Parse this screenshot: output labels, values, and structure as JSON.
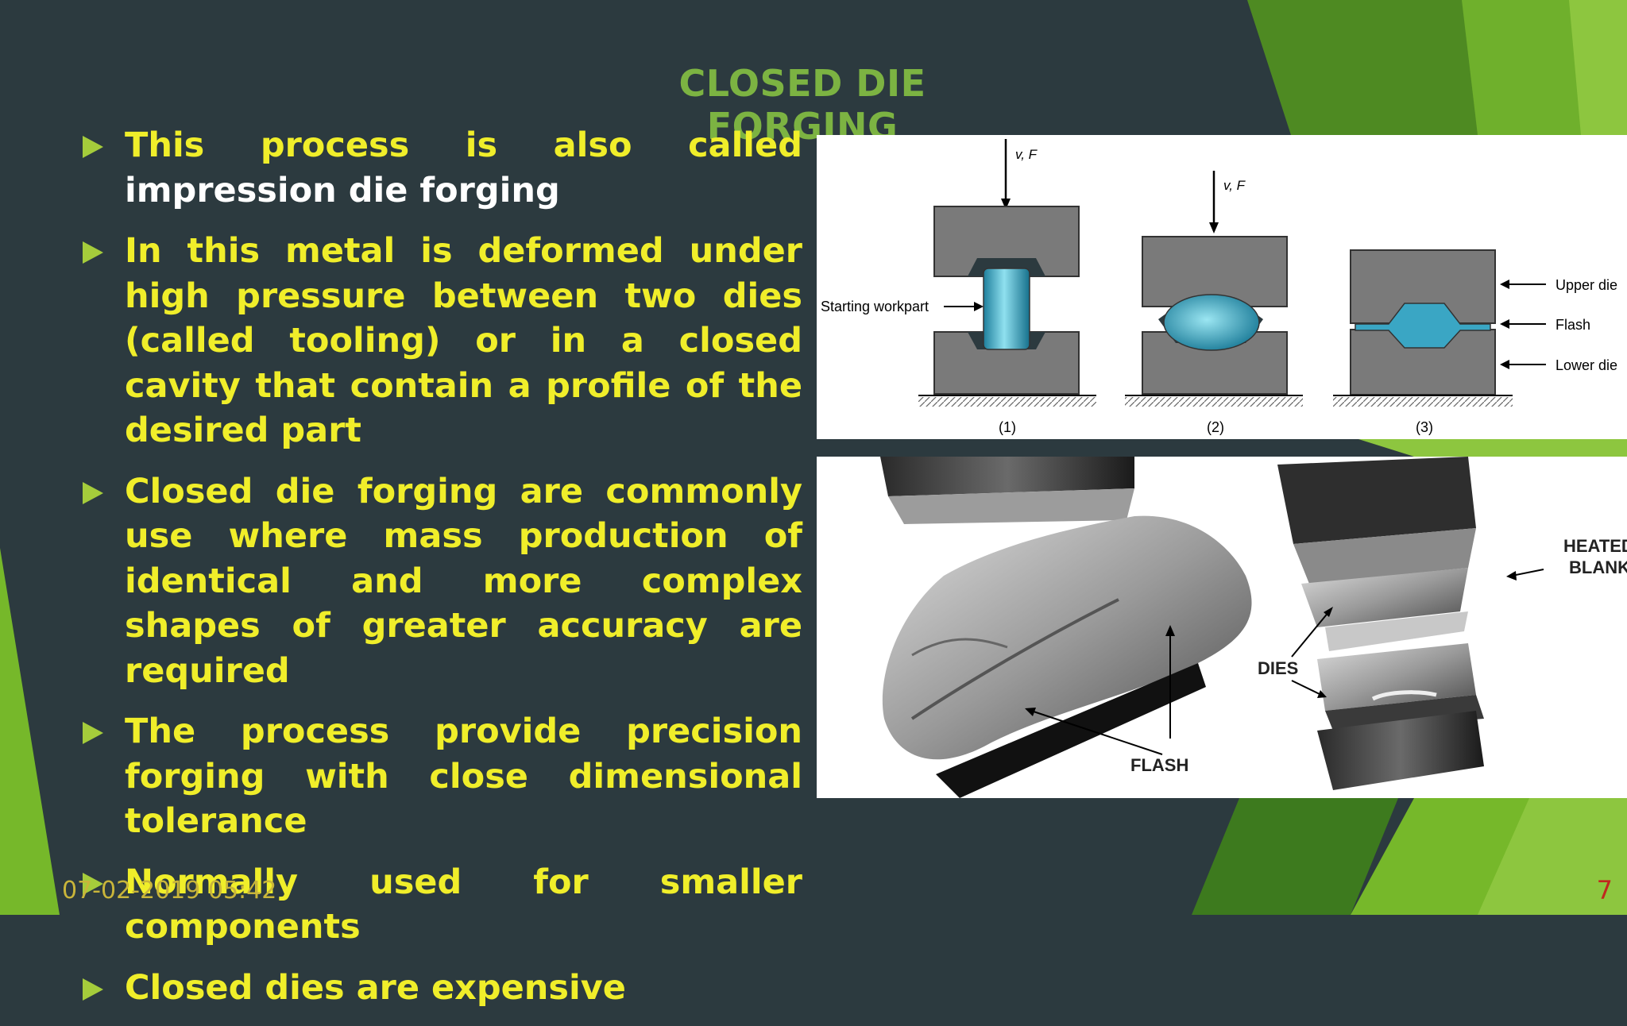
{
  "slide": {
    "title": "CLOSED DIE FORGING",
    "bullets": [
      {
        "prefix": "This process is also called",
        "highlight": " impression die forging"
      },
      {
        "text": "In this metal is deformed under high pressure between two dies (called tooling) or in a closed cavity that contain a profile of the desired part"
      },
      {
        "text": "Closed die forging are commonly use where mass production of identical and more complex shapes of greater accuracy are required"
      },
      {
        "text": "The process provide precision forging with close dimensional tolerance"
      },
      {
        "text": "Normally used for smaller components"
      },
      {
        "text": "Closed dies are expensive"
      }
    ],
    "date": "07-02-2019 05:42",
    "page_number": "7"
  },
  "figure1": {
    "force_label": "v, F",
    "starting_workpart": "Starting workpart",
    "upper_die": "Upper die",
    "flash": "Flash",
    "lower_die": "Lower die",
    "step_labels": [
      "(1)",
      "(2)",
      "(3)"
    ]
  },
  "figure2": {
    "heated": "HEATED",
    "blank": "BLANK",
    "dies": "DIES",
    "flash": "FLASH"
  },
  "colors": {
    "background": "#2c3a3f",
    "title": "#7cb342",
    "bullet_text": "#f0ee2a",
    "accent_green": "#8dc63f",
    "page_number": "#c0281e"
  }
}
